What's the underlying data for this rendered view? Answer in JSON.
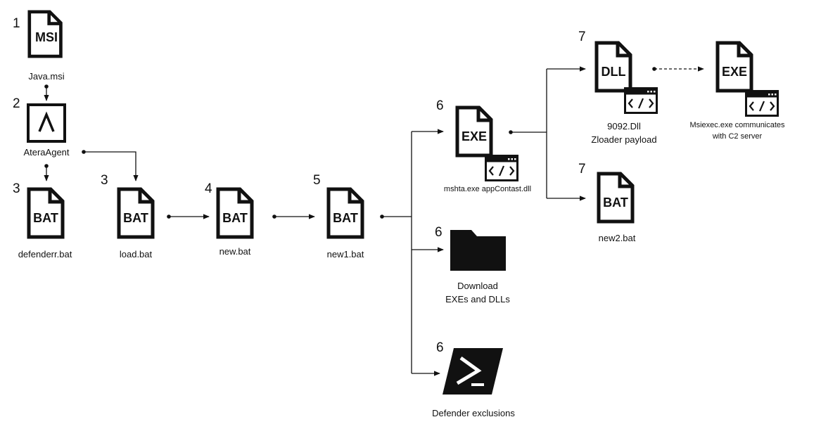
{
  "nodes": {
    "java_msi": {
      "step": "1",
      "type": "MSI",
      "label": "Java.msi"
    },
    "atera_agent": {
      "step": "2",
      "label": "AteraAgent"
    },
    "defenderr_bat": {
      "step": "3",
      "type": "BAT",
      "label": "defenderr.bat"
    },
    "load_bat": {
      "step": "3",
      "type": "BAT",
      "label": "load.bat"
    },
    "new_bat": {
      "step": "4",
      "type": "BAT",
      "label": "new.bat"
    },
    "new1_bat": {
      "step": "5",
      "type": "BAT",
      "label": "new1.bat"
    },
    "mshta_exe": {
      "step": "6",
      "type": "EXE",
      "label": "mshta.exe appContast.dll"
    },
    "download_folder": {
      "step": "6",
      "label_line1": "Download",
      "label_line2": "EXEs and DLLs"
    },
    "defender_exclusions": {
      "step": "6",
      "label": "Defender exclusions"
    },
    "zloader_dll": {
      "step": "7",
      "type": "DLL",
      "label_line1": "9092.Dll",
      "label_line2": "Zloader payload"
    },
    "new2_bat": {
      "step": "7",
      "type": "BAT",
      "label": "new2.bat"
    },
    "msiexec_exe": {
      "type": "EXE",
      "label_line1": "Msiexec.exe communicates",
      "label_line2": "with C2 server"
    }
  },
  "icons": {
    "atera": "atera-caret-icon",
    "folder": "folder-icon",
    "powershell": "powershell-icon",
    "code_window": "code-window-icon"
  },
  "colors": {
    "ink": "#111111",
    "background": "#ffffff"
  }
}
